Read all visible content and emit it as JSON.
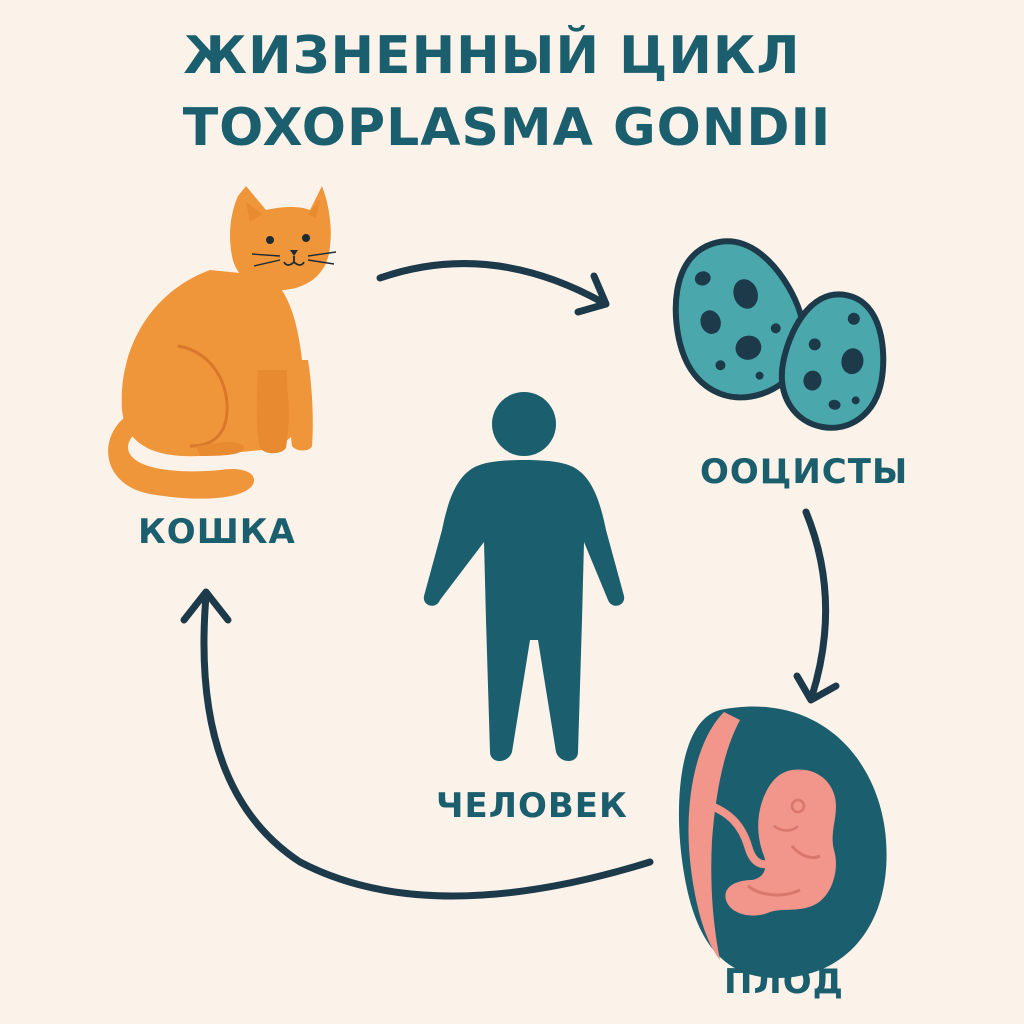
{
  "title": {
    "line1": "ЖИЗНЕННЫЙ ЦИКЛ",
    "line2": "TOXOPLASMA GONDII"
  },
  "nodes": {
    "cat": {
      "label": "КОШКА",
      "icon": "cat-icon"
    },
    "oocysts": {
      "label": "ООЦИСТЫ",
      "icon": "oocyst-icon"
    },
    "fetus": {
      "label": "ПЛОД",
      "icon": "fetus-icon"
    },
    "human": {
      "label": "ЧЕЛОВЕК",
      "icon": "human-icon"
    }
  },
  "colors": {
    "background": "#fbf3e9",
    "text": "#1b5e6e",
    "arrow": "#1d3a4a",
    "cat": "#f0963a",
    "oocyst": "#4aa8ad",
    "fetus": "#f2958a",
    "human": "#1b5e6e"
  }
}
